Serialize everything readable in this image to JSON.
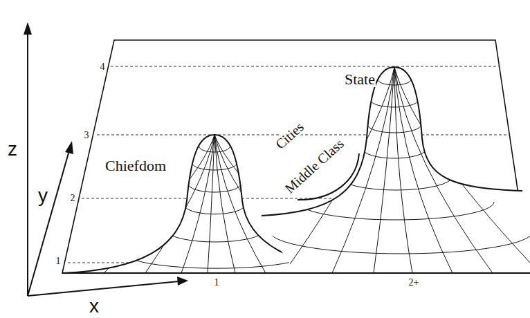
{
  "diagram": {
    "labels": [
      "4",
      "3",
      "2",
      "1",
      "z",
      "y",
      "x",
      "Chiefdom",
      "State",
      "Cities",
      "Middle Class",
      "1",
      "2+"
    ]
  }
}
